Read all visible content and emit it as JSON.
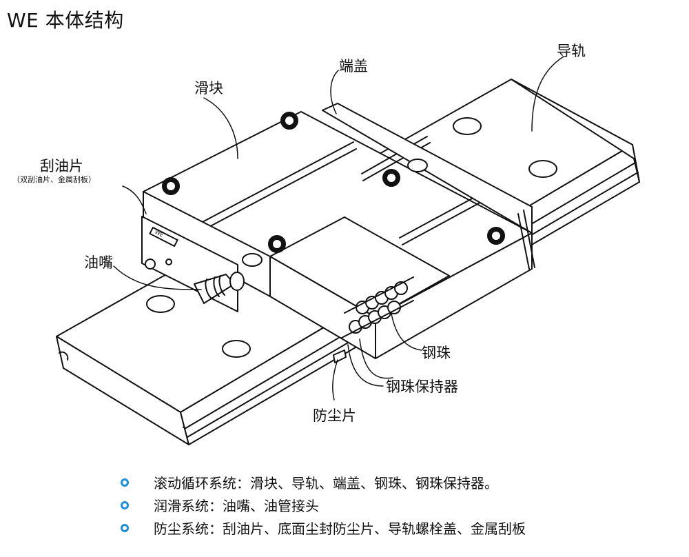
{
  "title": "WE 本体结构",
  "labels": {
    "slider": "滑块",
    "end_cap": "端盖",
    "rail": "导轨",
    "scraper": "刮油片",
    "scraper_note": "（双刮油片、金属刮板）",
    "grease_nipple": "油嘴",
    "steel_ball": "钢珠",
    "ball_retainer": "钢珠保持器",
    "dust_seal": "防尘片",
    "block_marking": "WE"
  },
  "systems": [
    "滚动循环系统：滑块、导轨、端盖、钢珠、钢珠保持器。",
    "润滑系统：油嘴、油管接头",
    "防尘系统：刮油片、底面尘封防尘片、导轨螺栓盖、金属刮板"
  ],
  "colors": {
    "bullet": "#1f8ed6",
    "line": "#111111",
    "fill": "#ffffff"
  }
}
